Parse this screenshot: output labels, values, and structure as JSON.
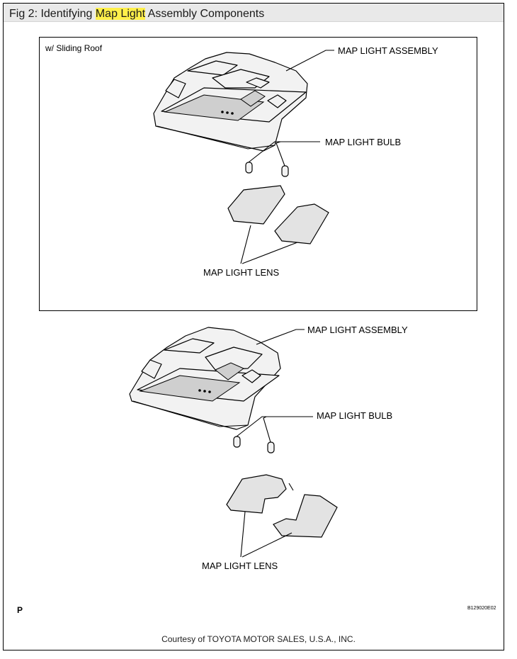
{
  "figure": {
    "title_prefix": "Fig 2: Identifying ",
    "title_highlight": "Map Light",
    "title_suffix": " Assembly Components",
    "highlight_color": "#fff04a"
  },
  "upper_panel": {
    "variant_label": "w/ Sliding Roof",
    "callouts": {
      "assembly": "MAP LIGHT ASSEMBLY",
      "bulb": "MAP LIGHT BULB",
      "lens": "MAP LIGHT LENS"
    }
  },
  "lower_diagram": {
    "callouts": {
      "assembly": "MAP LIGHT ASSEMBLY",
      "bulb": "MAP LIGHT BULB",
      "lens": "MAP LIGHT LENS"
    }
  },
  "footer": {
    "corner_mark": "P",
    "drawing_code": "B129020E02",
    "courtesy": "Courtesy of TOYOTA MOTOR SALES, U.S.A., INC."
  }
}
